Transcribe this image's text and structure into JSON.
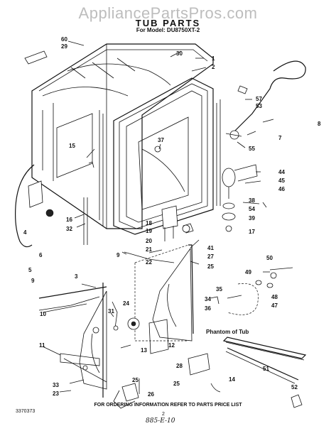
{
  "watermark": "AppliancePartsPros.com",
  "title": "TUB PARTS",
  "model": "For Model: DU8750XT-2",
  "callouts": [
    "60",
    "29",
    "30",
    "1",
    "2",
    "57",
    "53",
    "8",
    "7",
    "55",
    "15",
    "37",
    "44",
    "45",
    "46",
    "38",
    "54",
    "39",
    "17",
    "4",
    "16",
    "32",
    "6",
    "5",
    "18",
    "19",
    "20",
    "21",
    "9",
    "22",
    "41",
    "27",
    "25",
    "50",
    "49",
    "48",
    "47",
    "35",
    "3",
    "24",
    "34",
    "36",
    "31",
    "13",
    "12",
    "9",
    "10",
    "11",
    "28",
    "25",
    "14",
    "51",
    "52",
    "33",
    "23",
    "25",
    "26"
  ],
  "phantom_label": "Phantom of Tub",
  "footer": "FOR ORDERING INFORMATION REFER TO PARTS PRICE LIST",
  "part_number": "3370373",
  "page": "2",
  "handwritten": "885-E-10"
}
